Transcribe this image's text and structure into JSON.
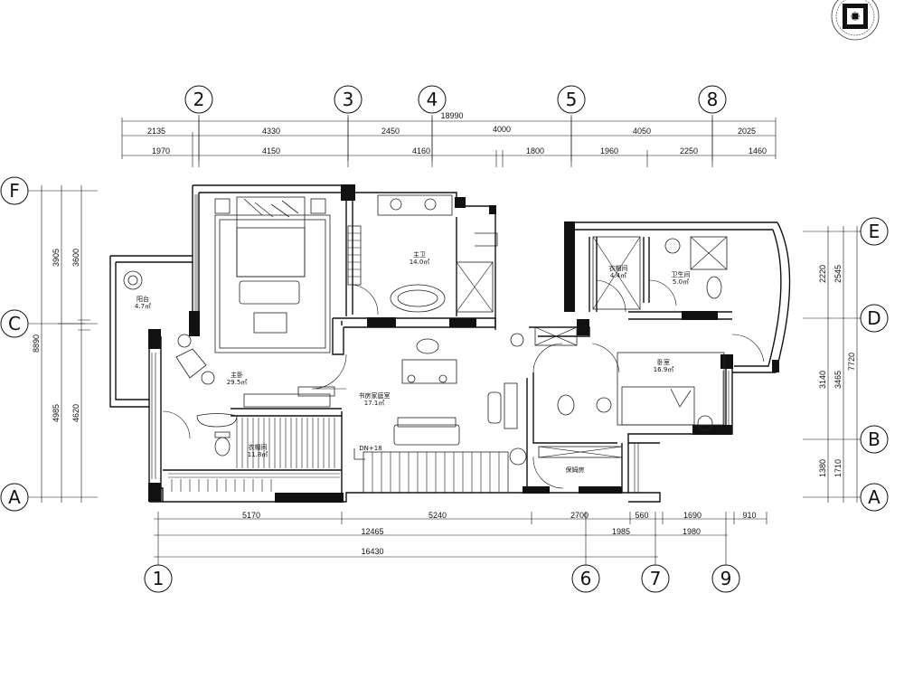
{
  "axes_top": [
    "2",
    "3",
    "4",
    "5",
    "8"
  ],
  "axes_bottom": [
    "1",
    "6",
    "7",
    "9"
  ],
  "axes_left": [
    "F",
    "C",
    "A"
  ],
  "axes_right": [
    "E",
    "D",
    "B",
    "A"
  ],
  "dims_top_total": "18990",
  "dims_top_row1": [
    "2135",
    "4330",
    "2450",
    "4000",
    "4050",
    "2025"
  ],
  "dims_top_row2": [
    "1970",
    "4150",
    "4160",
    "1800",
    "1960",
    "2250",
    "1460"
  ],
  "dims_bottom_row1": [
    "5170",
    "5240",
    "2700",
    "560",
    "1690",
    "910"
  ],
  "dims_bottom_row2": [
    "12465",
    "1985",
    "1980"
  ],
  "dims_bottom_total": "16430",
  "dims_left_outer": [
    "3905",
    "4985"
  ],
  "dims_left_inner": [
    "3600",
    "4620"
  ],
  "dims_left_total": "8890",
  "dims_right_outer": [
    "2220",
    "3140",
    "1380"
  ],
  "dims_right_mid": [
    "2545",
    "3465",
    "1710"
  ],
  "dims_right_total": "7720",
  "rooms": [
    {
      "name": "阳台",
      "area": "4.7㎡"
    },
    {
      "name": "主卧",
      "area": "29.5㎡"
    },
    {
      "name": "主卫",
      "area": "14.0㎡"
    },
    {
      "name": "衣帽间",
      "area": "11.8㎡"
    },
    {
      "name": "书房家庭室",
      "area": "17.1㎡"
    },
    {
      "name": "衣帽间",
      "area": "4.4㎡"
    },
    {
      "name": "卫生间",
      "area": "5.0㎡"
    },
    {
      "name": "卧室",
      "area": "16.9㎡"
    },
    {
      "name": "保姆房",
      "area": ""
    }
  ],
  "stair_label": "DN+18"
}
